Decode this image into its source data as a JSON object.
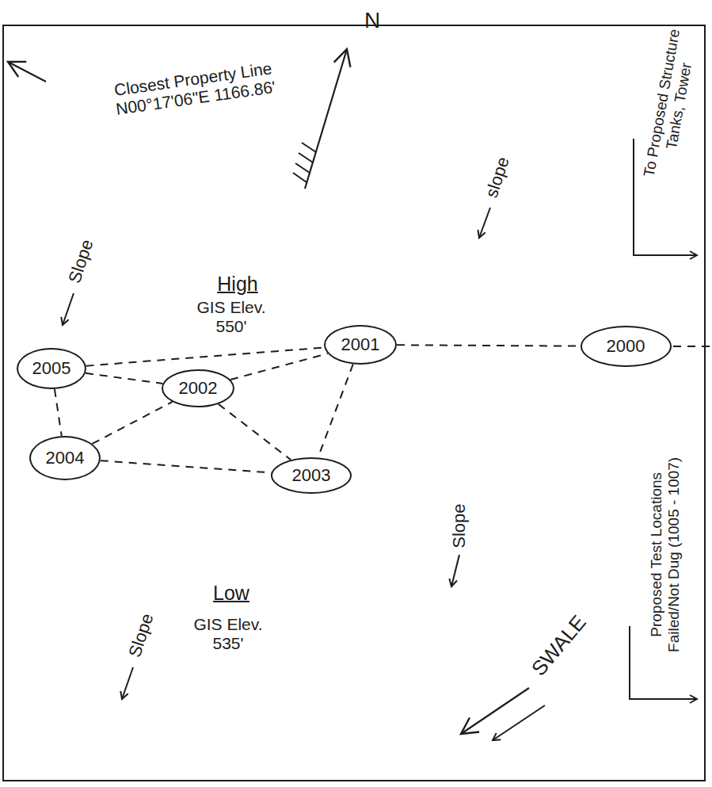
{
  "diagram": {
    "nodes": [
      {
        "text": [
          "2001"
        ]
      },
      {
        "text": [
          "2000"
        ]
      },
      {
        "text": [
          "2005"
        ]
      },
      {
        "text": [
          "2002"
        ]
      },
      {
        "text": [
          "2004"
        ]
      },
      {
        "text": [
          "2003"
        ]
      }
    ],
    "edges": [
      {
        "from": 2,
        "to": 0,
        "arrow": "none"
      },
      {
        "from": 0,
        "to": 1,
        "arrow": "none"
      },
      {
        "from": 2,
        "to": 3,
        "arrow": "none"
      },
      {
        "from": 3,
        "to": 0,
        "arrow": "none"
      },
      {
        "from": 2,
        "to": 4,
        "arrow": "none"
      },
      {
        "from": 4,
        "to": 3,
        "arrow": "none"
      },
      {
        "from": 3,
        "to": 5,
        "arrow": "none"
      },
      {
        "from": 4,
        "to": 5,
        "arrow": "none"
      },
      {
        "from": 0,
        "to": 5,
        "arrow": "none"
      }
    ],
    "labels": [
      "N",
      "Closest Property Line N00°17'06\"E 1166.86'",
      "Slope",
      "slope",
      "High",
      "GIS Elev. 550'",
      "To Proposed Structure Tanks, Tower",
      "Proposed Test Locations Failed/Not Dug (1005 - 1007)",
      "Slope",
      "Low",
      "GIS Elev. 535'",
      "Slope",
      "SWALE"
    ]
  }
}
